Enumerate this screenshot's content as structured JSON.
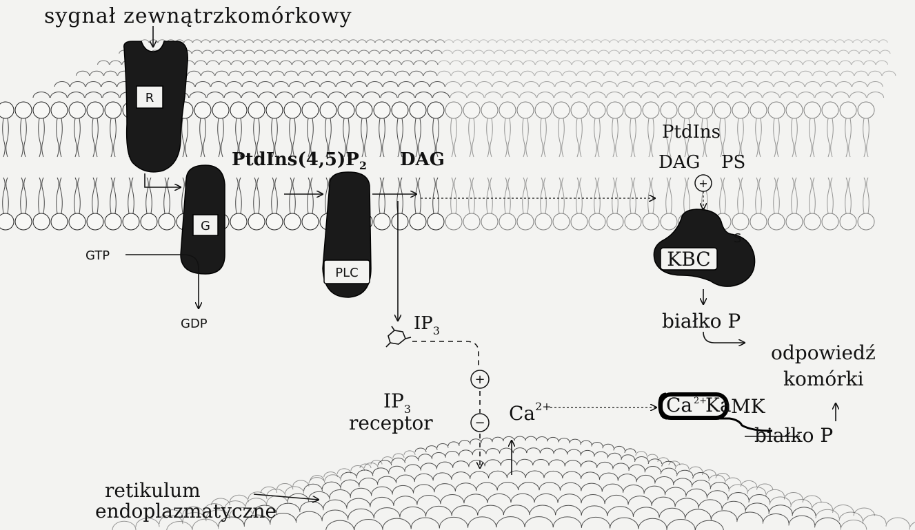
{
  "labels": {
    "signal": "sygnał zewnątrzkomórkowy",
    "receptor_R": "R",
    "g_protein": "G",
    "gtp": "GTP",
    "gdp": "GDP",
    "pip2": "PtdIns(4,5)P",
    "pip2_sub": "2",
    "dag": "DAG",
    "plc": "PLC",
    "ip3": "IP",
    "ip3_sub": "3",
    "ptdins": "PtdIns",
    "dag2": "DAG",
    "ps": "PS",
    "s_mark": "S",
    "kbc": "KBC",
    "protein_p1": "białko P",
    "response": [
      "odpowiedź",
      "komórki"
    ],
    "ip3_receptor": [
      "IP",
      "3",
      "receptor"
    ],
    "ca": "Ca",
    "ca_sup": "2+",
    "camk": [
      "Ca",
      "2+",
      "Ka",
      "MK"
    ],
    "protein_p2": "białko P",
    "er": [
      "retikulum",
      "endoplazmatyczne"
    ],
    "plus": "+",
    "minus": "−"
  }
}
